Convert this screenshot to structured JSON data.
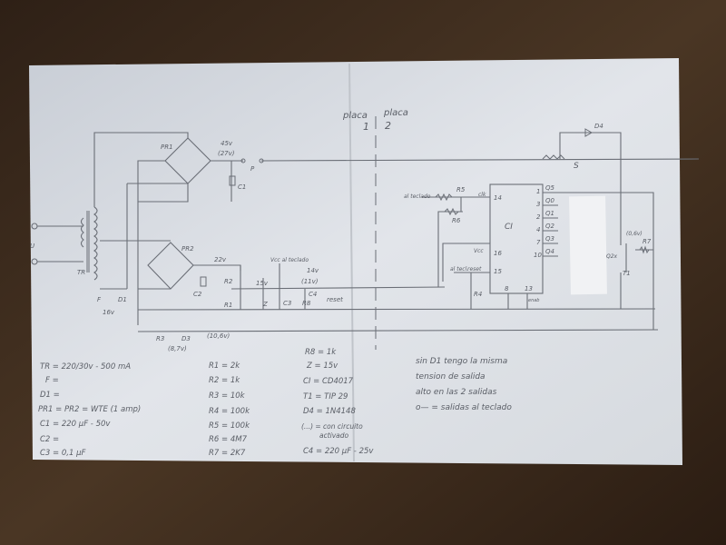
{
  "colors": {
    "table": "#3a2a1c",
    "paper": "#d9dde2",
    "ink": "#5a5e66"
  },
  "divider": {
    "left": "placa 1",
    "right": "placa 2",
    "left_label": "placa",
    "left_num": "1",
    "right_label": "placa",
    "right_num": "2"
  },
  "schematic": {
    "pr1": "PR1",
    "pr2": "PR2",
    "v45": "45v",
    "v27": "(27v)",
    "p": "P",
    "c1": "C1",
    "tr": "TR",
    "u": "U",
    "f": "F",
    "d1": "D1",
    "v16": "16v",
    "v22": "22v",
    "c2": "C2",
    "r2": "R2",
    "r1": "R1",
    "z": "Z",
    "z_v": "15v",
    "vcc_teclado": "Vcc al teclado",
    "c3": "C3",
    "v14": "14v",
    "v11": "(11v)",
    "c4": "C4",
    "r8": "R8",
    "reset": "reset",
    "r3": "R3",
    "d3": "D3",
    "v106": "(10,6v)",
    "v871": "(8,7v)",
    "d4": "D4",
    "s": "S",
    "al_teclado": "al teclado",
    "r5": "R5",
    "r6": "R6",
    "clk": "clk",
    "ci": "CI",
    "vcc": "Vcc",
    "al_tecl": "al tecl.",
    "reset_pin": "reset",
    "r4": "R4",
    "pins_left": [
      "14",
      "16",
      "15"
    ],
    "pins_bottom": [
      "8",
      "13"
    ],
    "gnd": "enab",
    "pins_right": [
      "1",
      "3",
      "2",
      "4",
      "7",
      "10"
    ],
    "outputs": [
      "Q5",
      "Q0",
      "Q1",
      "Q2",
      "Q3",
      "Q4"
    ],
    "t1": "T1",
    "r7": "R7",
    "v06": "(0,6v)",
    "q2x": "Q2x"
  },
  "bom_col1": [
    "TR = 220/30v - 500 mA",
    "F =",
    "D1 =",
    "PR1 = PR2 = WTE (1 amp)",
    "C1 = 220 µF - 50v",
    "C2 =",
    "C3 = 0,1 µF"
  ],
  "bom_col2": [
    "R1 = 2k",
    "R2 = 1k",
    "R3 = 10k",
    "R4 = 100k",
    "R5 = 100k",
    "R6 = 4M7",
    "R7 = 2K7"
  ],
  "bom_col3": [
    "R8 = 1k",
    "Z = 15v",
    "CI = CD4017",
    "T1 = TIP 29",
    "D4 = 1N4148",
    "(...) = con circuito",
    "activado",
    "C4 = 220 µF - 25v"
  ],
  "notes": [
    "sin D1 tengo la misma",
    "tension de salida",
    "alto en las 2 salidas",
    "o— = salidas al teclado"
  ]
}
